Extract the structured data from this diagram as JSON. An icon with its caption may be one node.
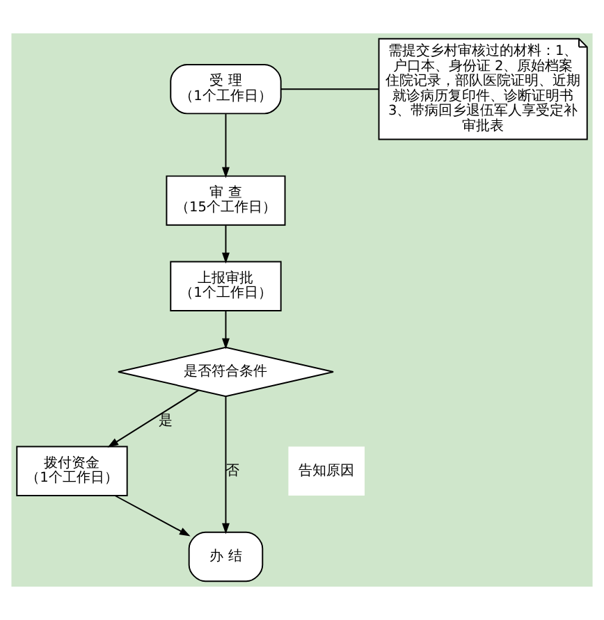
{
  "diagram": {
    "nodes": [
      {
        "text": [
          "受 理",
          "（1个工作日）"
        ]
      },
      {
        "text": [
          "需提交乡村审核过的材料：1、户口本、身份证 2、原始档案住院记录，部队医院证明、近期就诊病历复印件、诊断证明书 3、带病回乡退伍军人享受定补审批表"
        ]
      },
      {
        "text": [
          "审 查",
          "（15个工作日）"
        ]
      },
      {
        "text": [
          "上报审批",
          "（1个工作日）"
        ]
      },
      {
        "text": [
          "是否符合条件"
        ]
      },
      {
        "text": [
          "拨付资金",
          "（1个工作日）"
        ]
      },
      {
        "text": [
          "办 结"
        ]
      }
    ],
    "edges": [
      {
        "from": 1,
        "to": 0,
        "arrow": "none"
      },
      {
        "from": 0,
        "to": 2,
        "arrow": "to"
      },
      {
        "from": 2,
        "to": 3,
        "arrow": "to"
      },
      {
        "from": 3,
        "to": 4,
        "arrow": "to"
      },
      {
        "from": 4,
        "to": 5,
        "arrow": "to",
        "label": "是"
      },
      {
        "from": 5,
        "to": 6,
        "arrow": "to"
      },
      {
        "from": 4,
        "to": 6,
        "arrow": "to",
        "label": "否"
      }
    ],
    "labels": [
      "告知原因"
    ]
  }
}
